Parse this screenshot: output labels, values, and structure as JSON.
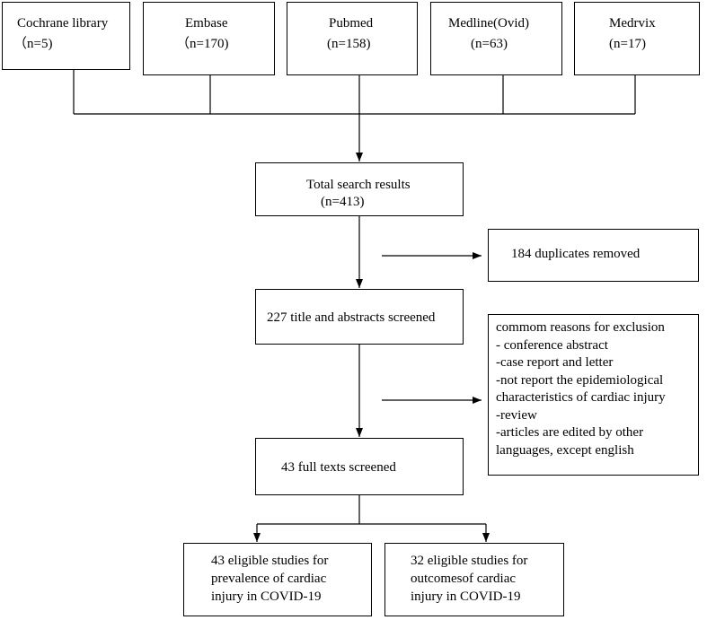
{
  "sources": [
    {
      "name": "Cochrane library",
      "count": "（n=5)"
    },
    {
      "name": "Embase",
      "count": "（n=170)"
    },
    {
      "name": "Pubmed",
      "count": "(n=158)"
    },
    {
      "name": "Medline(Ovid)",
      "count": "(n=63)"
    },
    {
      "name": "Medrvix",
      "count": "(n=17)"
    }
  ],
  "total": {
    "line1": "Total search results",
    "line2": "(n=413)"
  },
  "duplicates": "184 duplicates removed",
  "screened": "227 title and  abstracts screened",
  "exclusion": [
    "commom reasons for exclusion",
    "- conference abstract",
    "-case report and letter",
    "-not report the epidemiological",
    "characteristics of  cardiac injury",
    "-review",
    "-articles are edited by other",
    "languages,  except english"
  ],
  "fulltext": "43 full texts screened",
  "eligible": [
    [
      "43 eligible studies for",
      "prevalence of cardiac",
      "injury in COVID-19"
    ],
    [
      "32 eligible studies for",
      "outcomesof cardiac",
      "injury in COVID-19"
    ]
  ]
}
